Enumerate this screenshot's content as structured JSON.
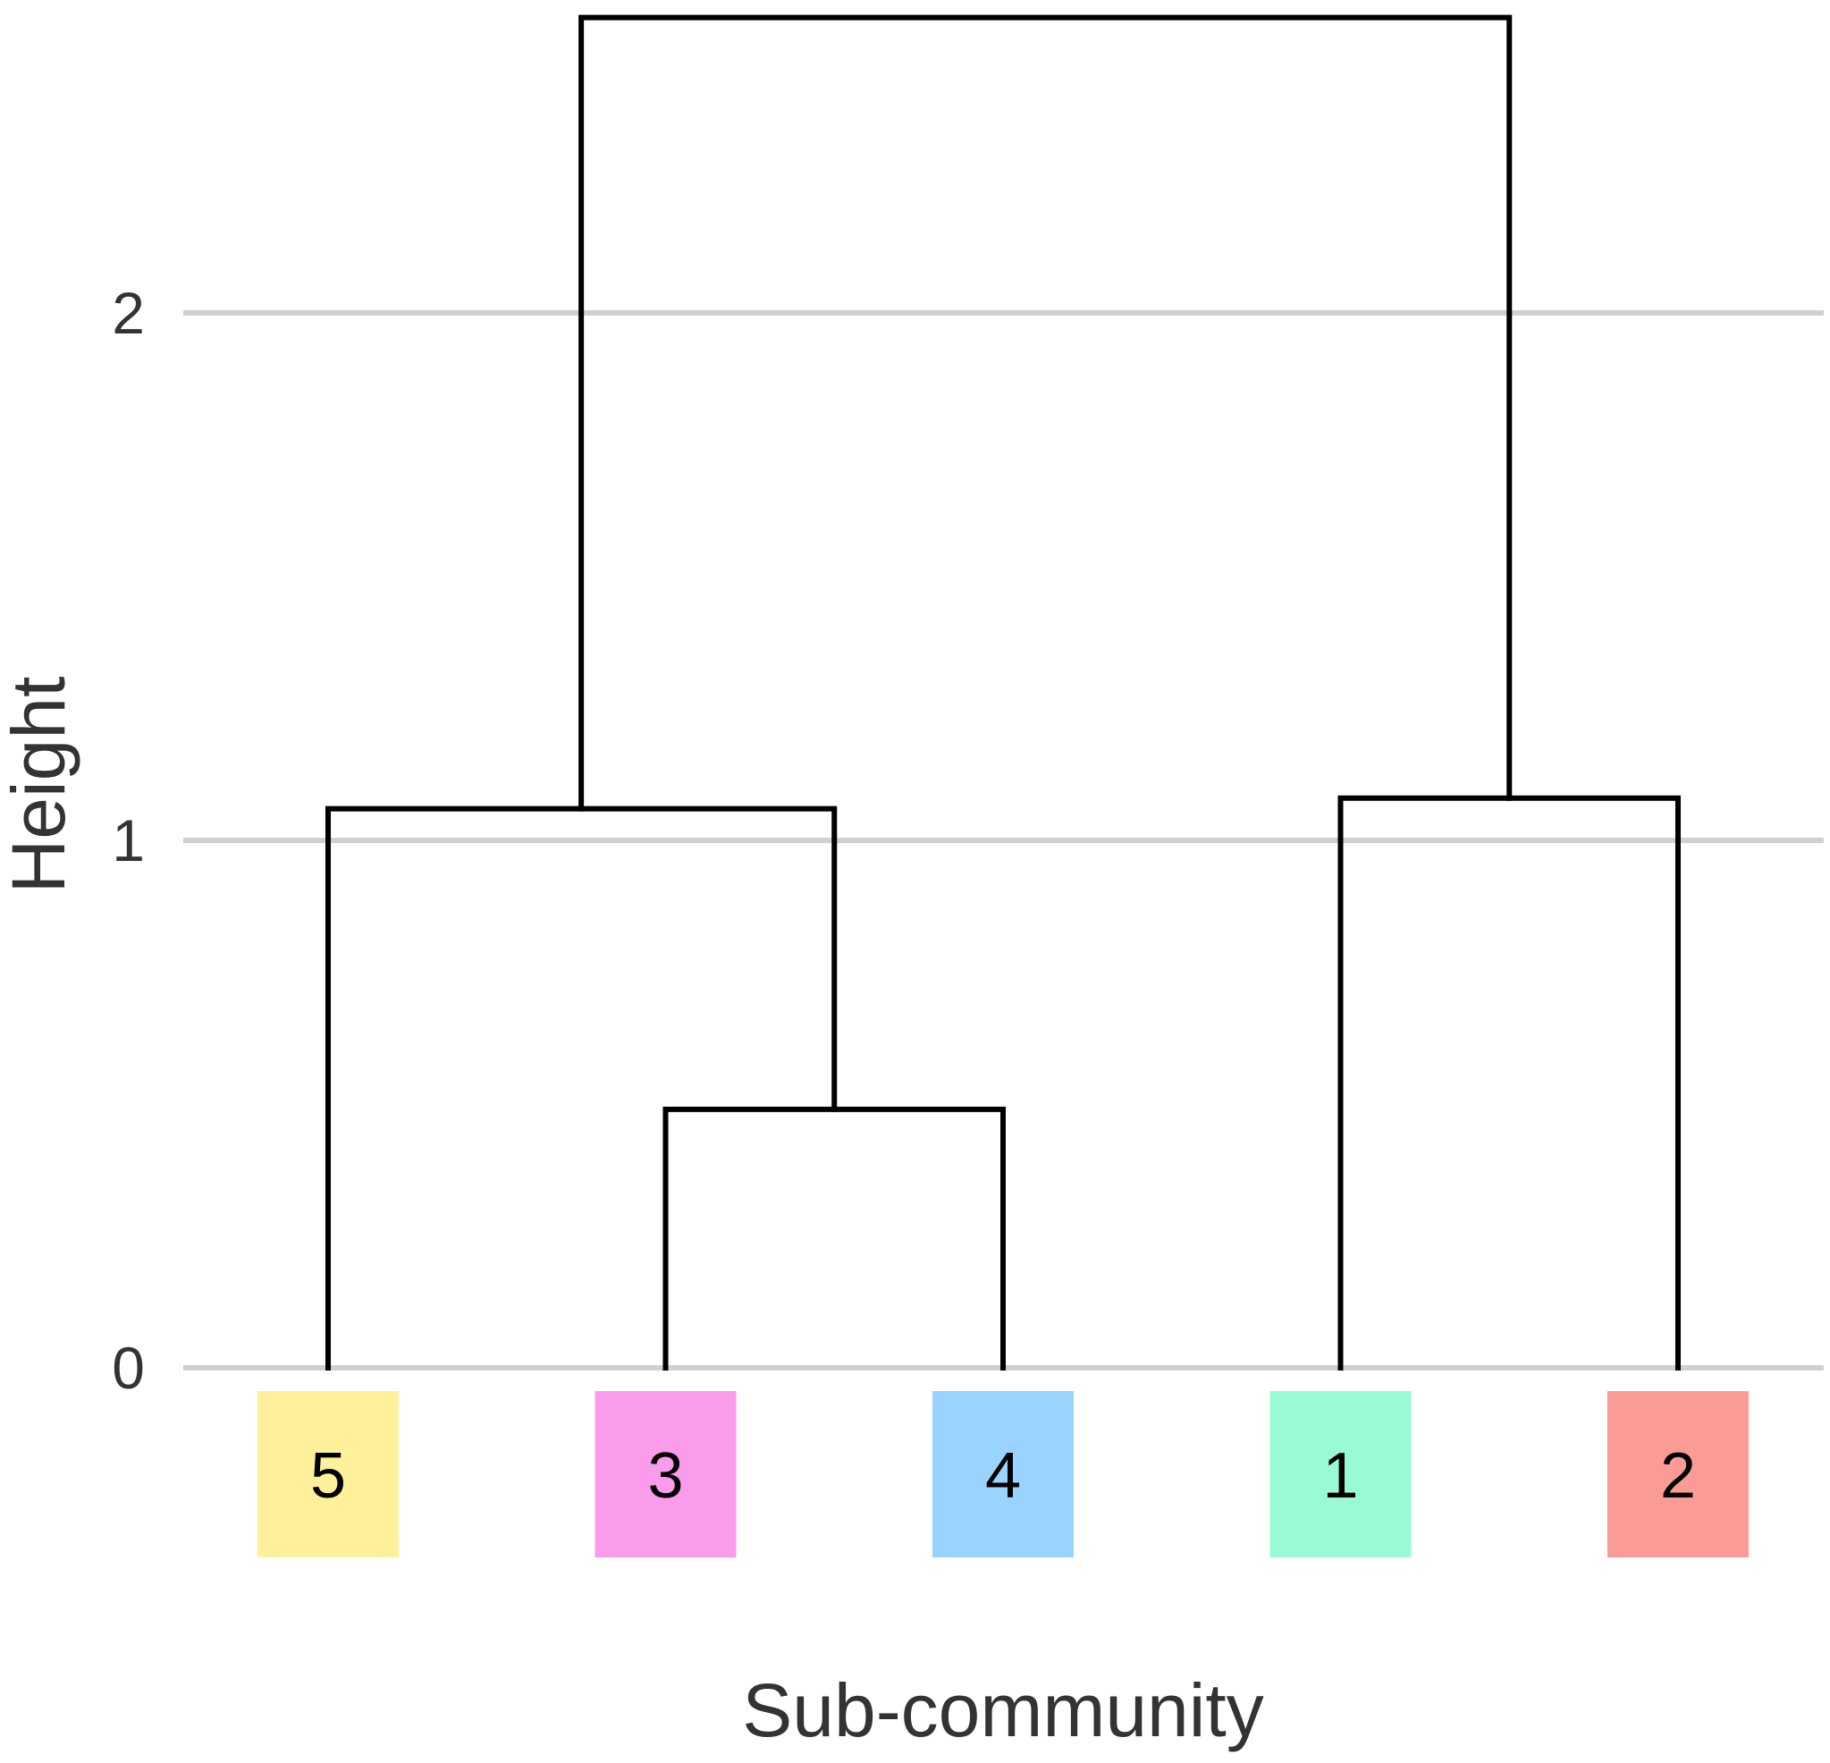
{
  "chart_data": {
    "type": "dendrogram",
    "xlabel": "Sub-community",
    "ylabel": "Height",
    "yticks": [
      0,
      1,
      2
    ],
    "ylim": [
      0,
      2.56
    ],
    "grid": "horizontal",
    "leaf_order": [
      "5",
      "3",
      "4",
      "1",
      "2"
    ],
    "leaves": [
      {
        "label": "5",
        "color": "#FFF09B"
      },
      {
        "label": "3",
        "color": "#FA9BEB"
      },
      {
        "label": "4",
        "color": "#9BD3FF"
      },
      {
        "label": "1",
        "color": "#9BFAD6"
      },
      {
        "label": "2",
        "color": "#FA9B96"
      }
    ],
    "merges": [
      {
        "left": "3",
        "right": "4",
        "height": 0.49
      },
      {
        "left": "5",
        "right": "3+4",
        "height": 1.06
      },
      {
        "left": "1",
        "right": "2",
        "height": 1.08
      },
      {
        "left": "5+3+4",
        "right": "1+2",
        "height": 2.56
      }
    ]
  }
}
